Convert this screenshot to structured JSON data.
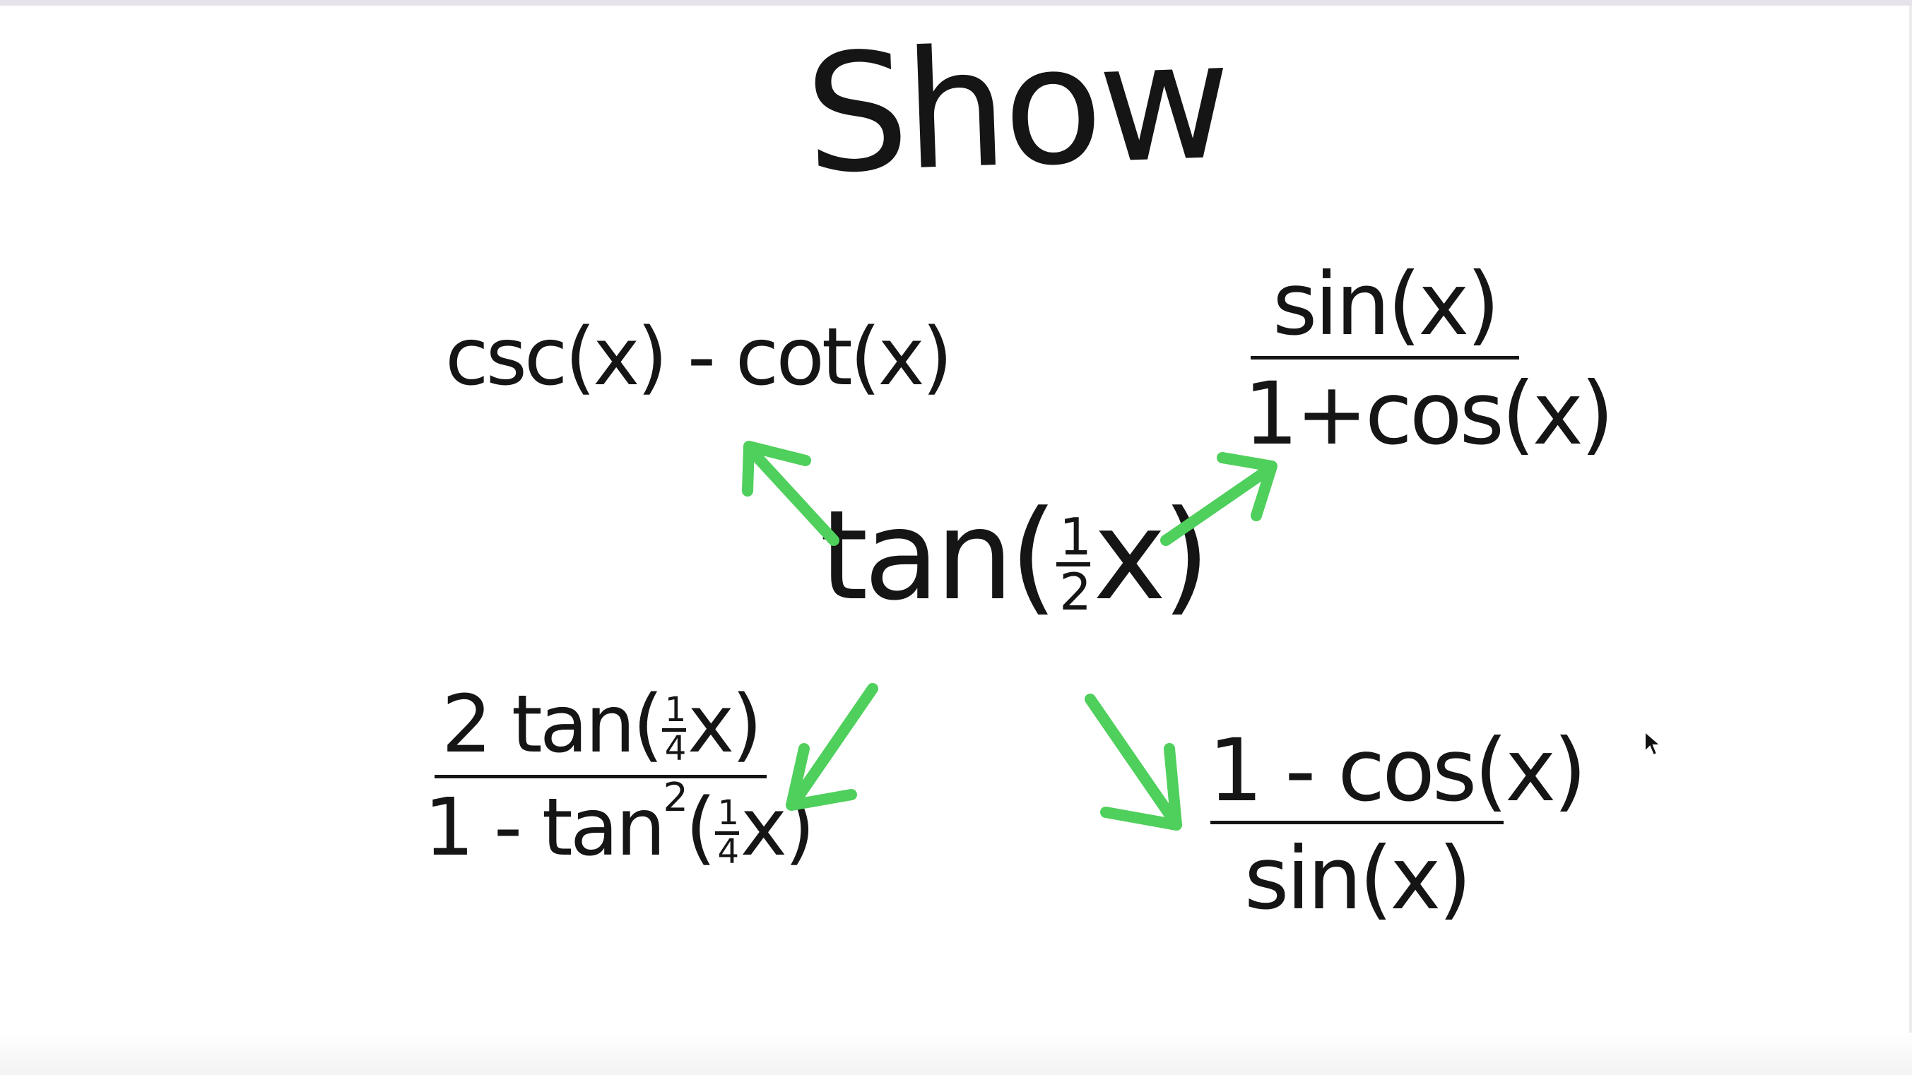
{
  "title": "Show",
  "center": {
    "fn": "tan(",
    "half_num": "1",
    "half_den": "2",
    "var": "x)"
  },
  "identities": {
    "top_left": "csc(x) - cot(x)",
    "top_right": {
      "numerator": "sin(x)",
      "denominator": "1+cos(x)"
    },
    "bottom_right": {
      "numerator": "1 - cos(x)",
      "denominator": "sin(x)"
    },
    "bottom_left": {
      "num_prefix": "2 tan(",
      "num_suffix": "x)",
      "den_prefix": "1 - tan",
      "den_power": "2",
      "den_open": "(",
      "den_suffix": "x)",
      "quarter_num": "1",
      "quarter_den": "4"
    }
  },
  "colors": {
    "ink": "#151515",
    "arrow": "#4fcf5c",
    "background": "#ffffff"
  },
  "icons": [
    "arrow-icon",
    "mouse-cursor-icon"
  ]
}
